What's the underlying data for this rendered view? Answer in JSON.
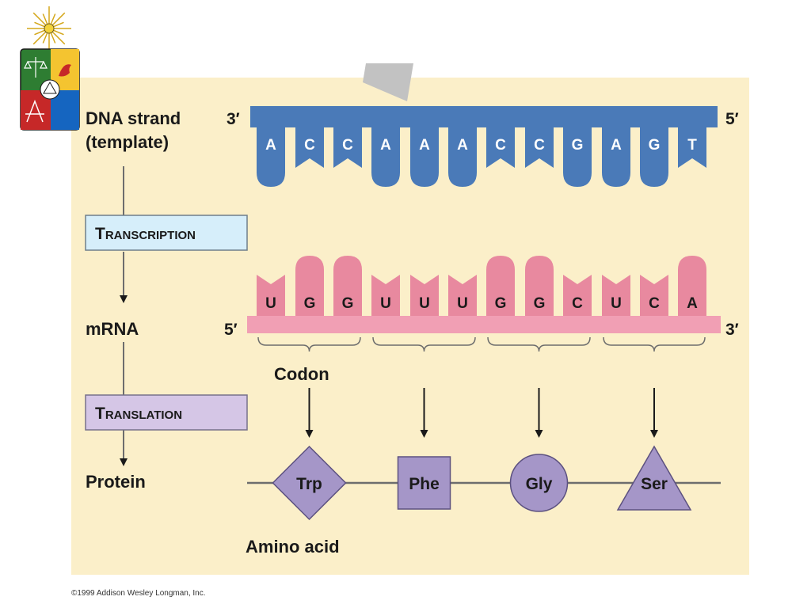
{
  "colors": {
    "background": "#fbefc9",
    "dna": "#4a7ab8",
    "mrna": "#e8899f",
    "mrna_band": "#f19fb4",
    "transcription_box": "#d6eefa",
    "translation_box": "#d5c6e6",
    "amino_acid": "#a596c8",
    "line": "#6d6d6d"
  },
  "logo": {
    "icons": [
      "sun-rays-icon",
      "scales-icon",
      "atom-icon",
      "bird-icon",
      "drafting-tools-icon"
    ]
  },
  "dna": {
    "label_line1": "DNA strand",
    "label_line2": "(template)",
    "end_left": "3′",
    "end_right": "5′",
    "bases": [
      "A",
      "C",
      "C",
      "A",
      "A",
      "A",
      "C",
      "C",
      "G",
      "A",
      "G",
      "T"
    ]
  },
  "steps": {
    "transcription": {
      "first": "T",
      "rest": "RANSCRIPTION"
    },
    "translation": {
      "first": "T",
      "rest": "RANSLATION"
    }
  },
  "mrna": {
    "label": "mRNA",
    "end_left": "5′",
    "end_right": "3′",
    "bases": [
      "U",
      "G",
      "G",
      "U",
      "U",
      "U",
      "G",
      "G",
      "C",
      "U",
      "C",
      "A"
    ]
  },
  "codon_label": "Codon",
  "protein": {
    "label": "Protein",
    "amino_acid_label": "Amino acid",
    "amino_acids": [
      {
        "name": "Trp",
        "shape": "diamond"
      },
      {
        "name": "Phe",
        "shape": "square"
      },
      {
        "name": "Gly",
        "shape": "circle"
      },
      {
        "name": "Ser",
        "shape": "triangle"
      }
    ]
  },
  "copyright": "©1999 Addison Wesley Longman, Inc."
}
